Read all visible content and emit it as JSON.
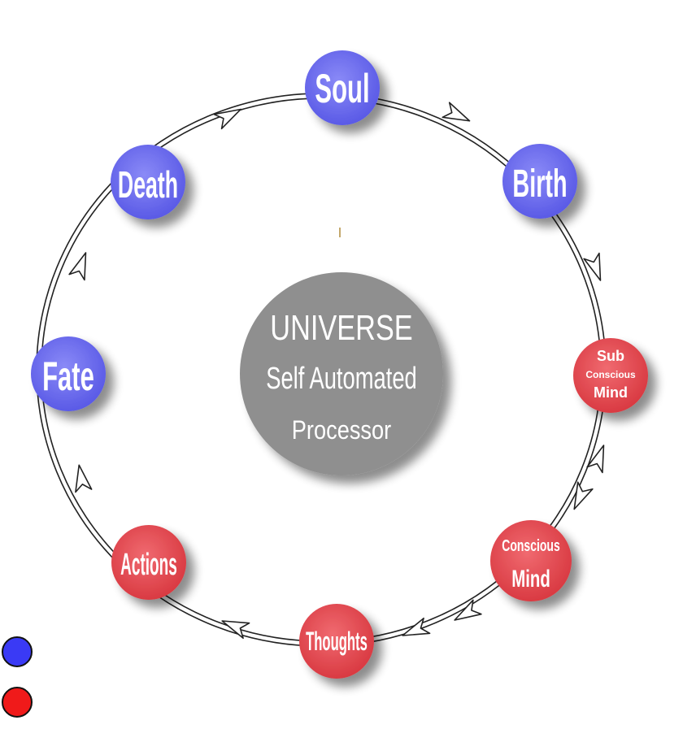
{
  "center": {
    "line1": "UNIVERSE",
    "line2": "Self Automated",
    "line3": "Processor",
    "color": "#8f8f8f"
  },
  "nodes": {
    "soul": {
      "label": "Soul",
      "color": "#6f6ff0"
    },
    "birth": {
      "label": "Birth",
      "color": "#6f6ff0"
    },
    "sub_conscious": {
      "line1": "Sub",
      "line2": "Conscious",
      "line3": "Mind",
      "color": "#e8474f"
    },
    "conscious": {
      "line1": "Conscious",
      "line2": "Mind",
      "color": "#e8474f"
    },
    "thoughts": {
      "label": "Thoughts",
      "color": "#e8474f"
    },
    "actions": {
      "label": "Actions",
      "color": "#e8474f"
    },
    "fate": {
      "label": "Fate",
      "color": "#6f6ff0"
    },
    "death": {
      "label": "Death",
      "color": "#6f6ff0"
    }
  },
  "legend": {
    "blue": "#3a3af5",
    "red": "#f01a1a"
  }
}
